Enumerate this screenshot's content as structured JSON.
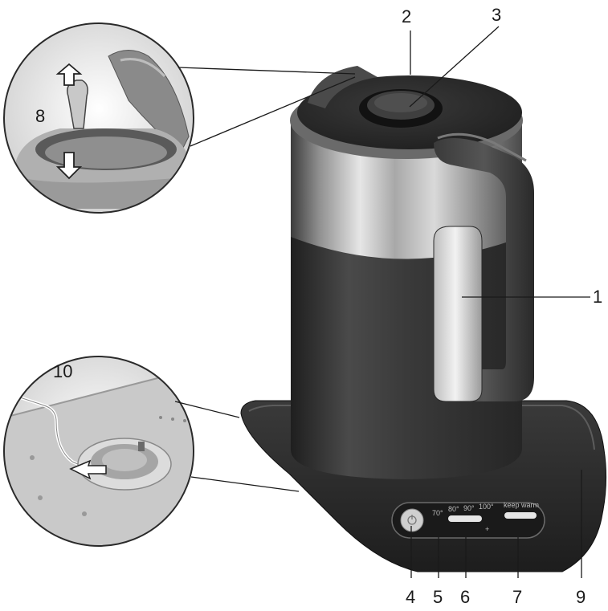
{
  "callouts": {
    "c1": "1",
    "c2": "2",
    "c3": "3",
    "c4": "4",
    "c5": "5",
    "c6": "6",
    "c7": "7",
    "c8": "8",
    "c9": "9",
    "c10": "10"
  },
  "control_panel": {
    "t70": "70°",
    "t80": "80°",
    "t90": "90°",
    "t100": "100°",
    "plus": "+",
    "keep_warm": "keep warm"
  },
  "icons": {
    "power": "power-icon",
    "arrow_up": "arrow-up-icon",
    "arrow_down": "arrow-down-icon"
  }
}
